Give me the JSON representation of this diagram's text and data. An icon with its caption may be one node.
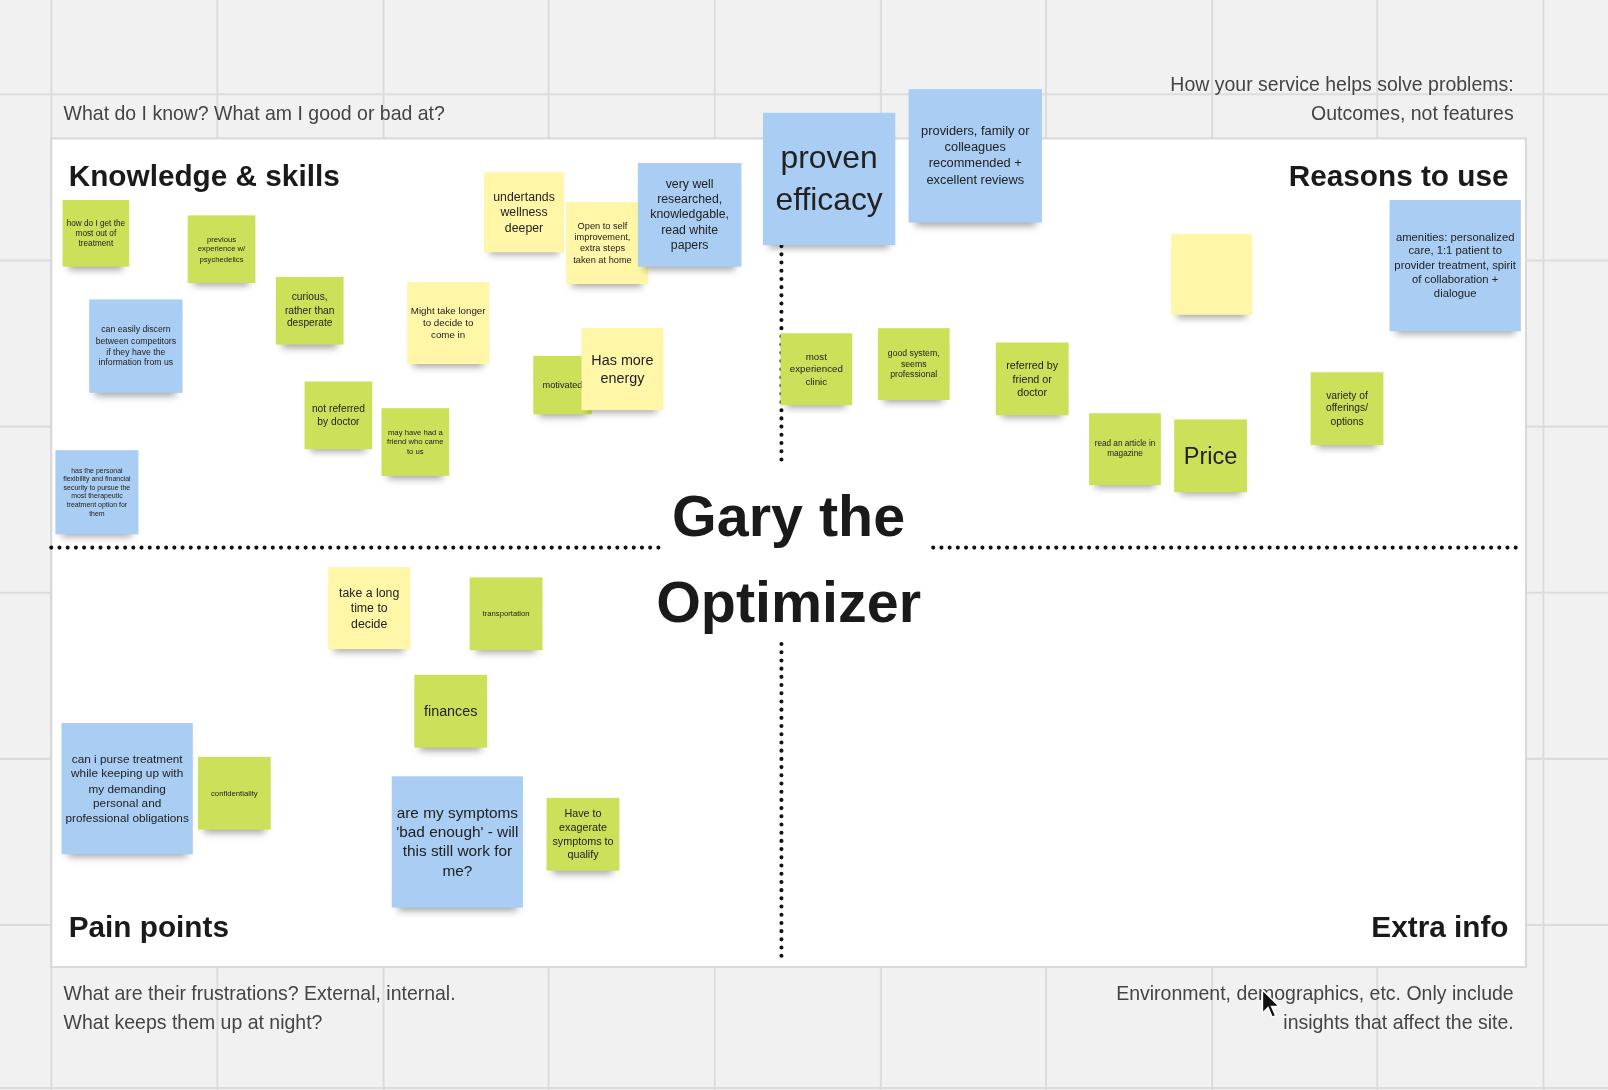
{
  "diagram": {
    "title": "Gary the Optimizer",
    "nodes": [
      {
        "text": [
          "how do I get the most out of treatment"
        ]
      },
      {
        "text": [
          "previous experience w/ psychedelics"
        ]
      },
      {
        "text": [
          "can easily discern between competitors if they have the information from us"
        ]
      },
      {
        "text": [
          "curious, rather than desperate"
        ]
      },
      {
        "text": [
          "has the personal flexibility and financial security to pursue the most therapeutic treatment option for them"
        ]
      },
      {
        "text": [
          "not referred by doctor"
        ]
      },
      {
        "text": [
          "may have had a friend who came to us"
        ]
      },
      {
        "text": [
          "Might take longer to decide to come in"
        ]
      },
      {
        "text": [
          "undertands wellness deeper"
        ]
      },
      {
        "text": [
          "Open to self improvement, extra steps taken at home"
        ]
      },
      {
        "text": [
          "very well researched, knowledgable, read white papers"
        ]
      },
      {
        "text": [
          "motivated"
        ]
      },
      {
        "text": [
          "Has more energy"
        ]
      },
      {
        "text": [
          "proven efficacy"
        ]
      },
      {
        "text": [
          "providers, family or colleagues recommended + excellent reviews"
        ]
      },
      {
        "text": [
          "most experienced clinic"
        ]
      },
      {
        "text": [
          "good system, seems professional"
        ]
      },
      {
        "text": [
          "referred by friend or doctor"
        ]
      },
      {
        "text": [],
        "shape": "box"
      },
      {
        "text": [
          "read an article in magazine"
        ]
      },
      {
        "text": [
          "Price"
        ]
      },
      {
        "text": [
          "amenities: personalized care, 1:1 patient to provider treatment, spirit of collaboration + dialogue"
        ]
      },
      {
        "text": [
          "variety of offerings/ options"
        ]
      },
      {
        "text": [
          "take a long time to decide"
        ]
      },
      {
        "text": [
          "transportation"
        ]
      },
      {
        "text": [
          "finances"
        ]
      },
      {
        "text": [
          "can i purse treatment while keeping up with my demanding personal and professional obligations"
        ]
      },
      {
        "text": [
          "confidentiality"
        ]
      },
      {
        "text": [
          "are my symptoms 'bad enough' - will this still work for me?"
        ]
      },
      {
        "text": [
          "Have to exagerate symptoms to qualify"
        ]
      }
    ],
    "labels": [
      "How your service helps solve problems: Outcomes, not features",
      "What do I know? What am I good or bad at?",
      "Knowledge & skills",
      "Reasons to use",
      "Pain points",
      "Extra info",
      "What are their frustrations? External, internal. What keeps them up at night?",
      "Environment, demographics, etc. Only include insights that affect the site."
    ]
  }
}
